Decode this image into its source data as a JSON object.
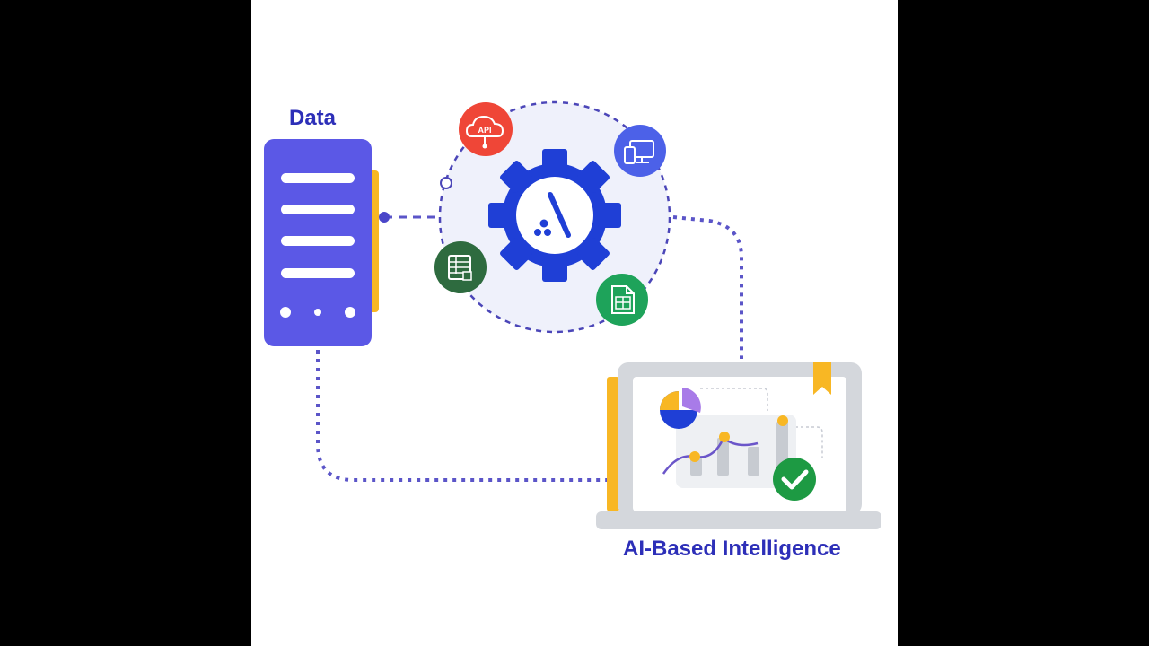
{
  "diagram": {
    "labels": {
      "data": "Data",
      "ai": "AI-Based Intelligence"
    },
    "hub_badges": {
      "api": "API"
    },
    "icons": {
      "hub": "gear-logo-icon",
      "api": "api-cloud-icon",
      "devices": "devices-icon",
      "spreadsheet": "spreadsheet-icon",
      "document": "document-table-icon",
      "pie": "pie-chart-icon",
      "check": "check-icon",
      "server": "server-icon",
      "laptop": "laptop-icon"
    },
    "colors": {
      "primary_blue": "#1f3fd6",
      "server_purple": "#5b58e6",
      "accent_yellow": "#f8b724",
      "api_red": "#ef4637",
      "device_blue": "#4c61e8",
      "sheet_dark_green": "#2e6b3f",
      "doc_green": "#1ea35a",
      "check_green": "#1d9a43",
      "hub_bg": "#eff1fb",
      "connector": "#5b55c8",
      "laptop_gray": "#d4d7dc",
      "pie_purple": "#a87be8"
    }
  }
}
